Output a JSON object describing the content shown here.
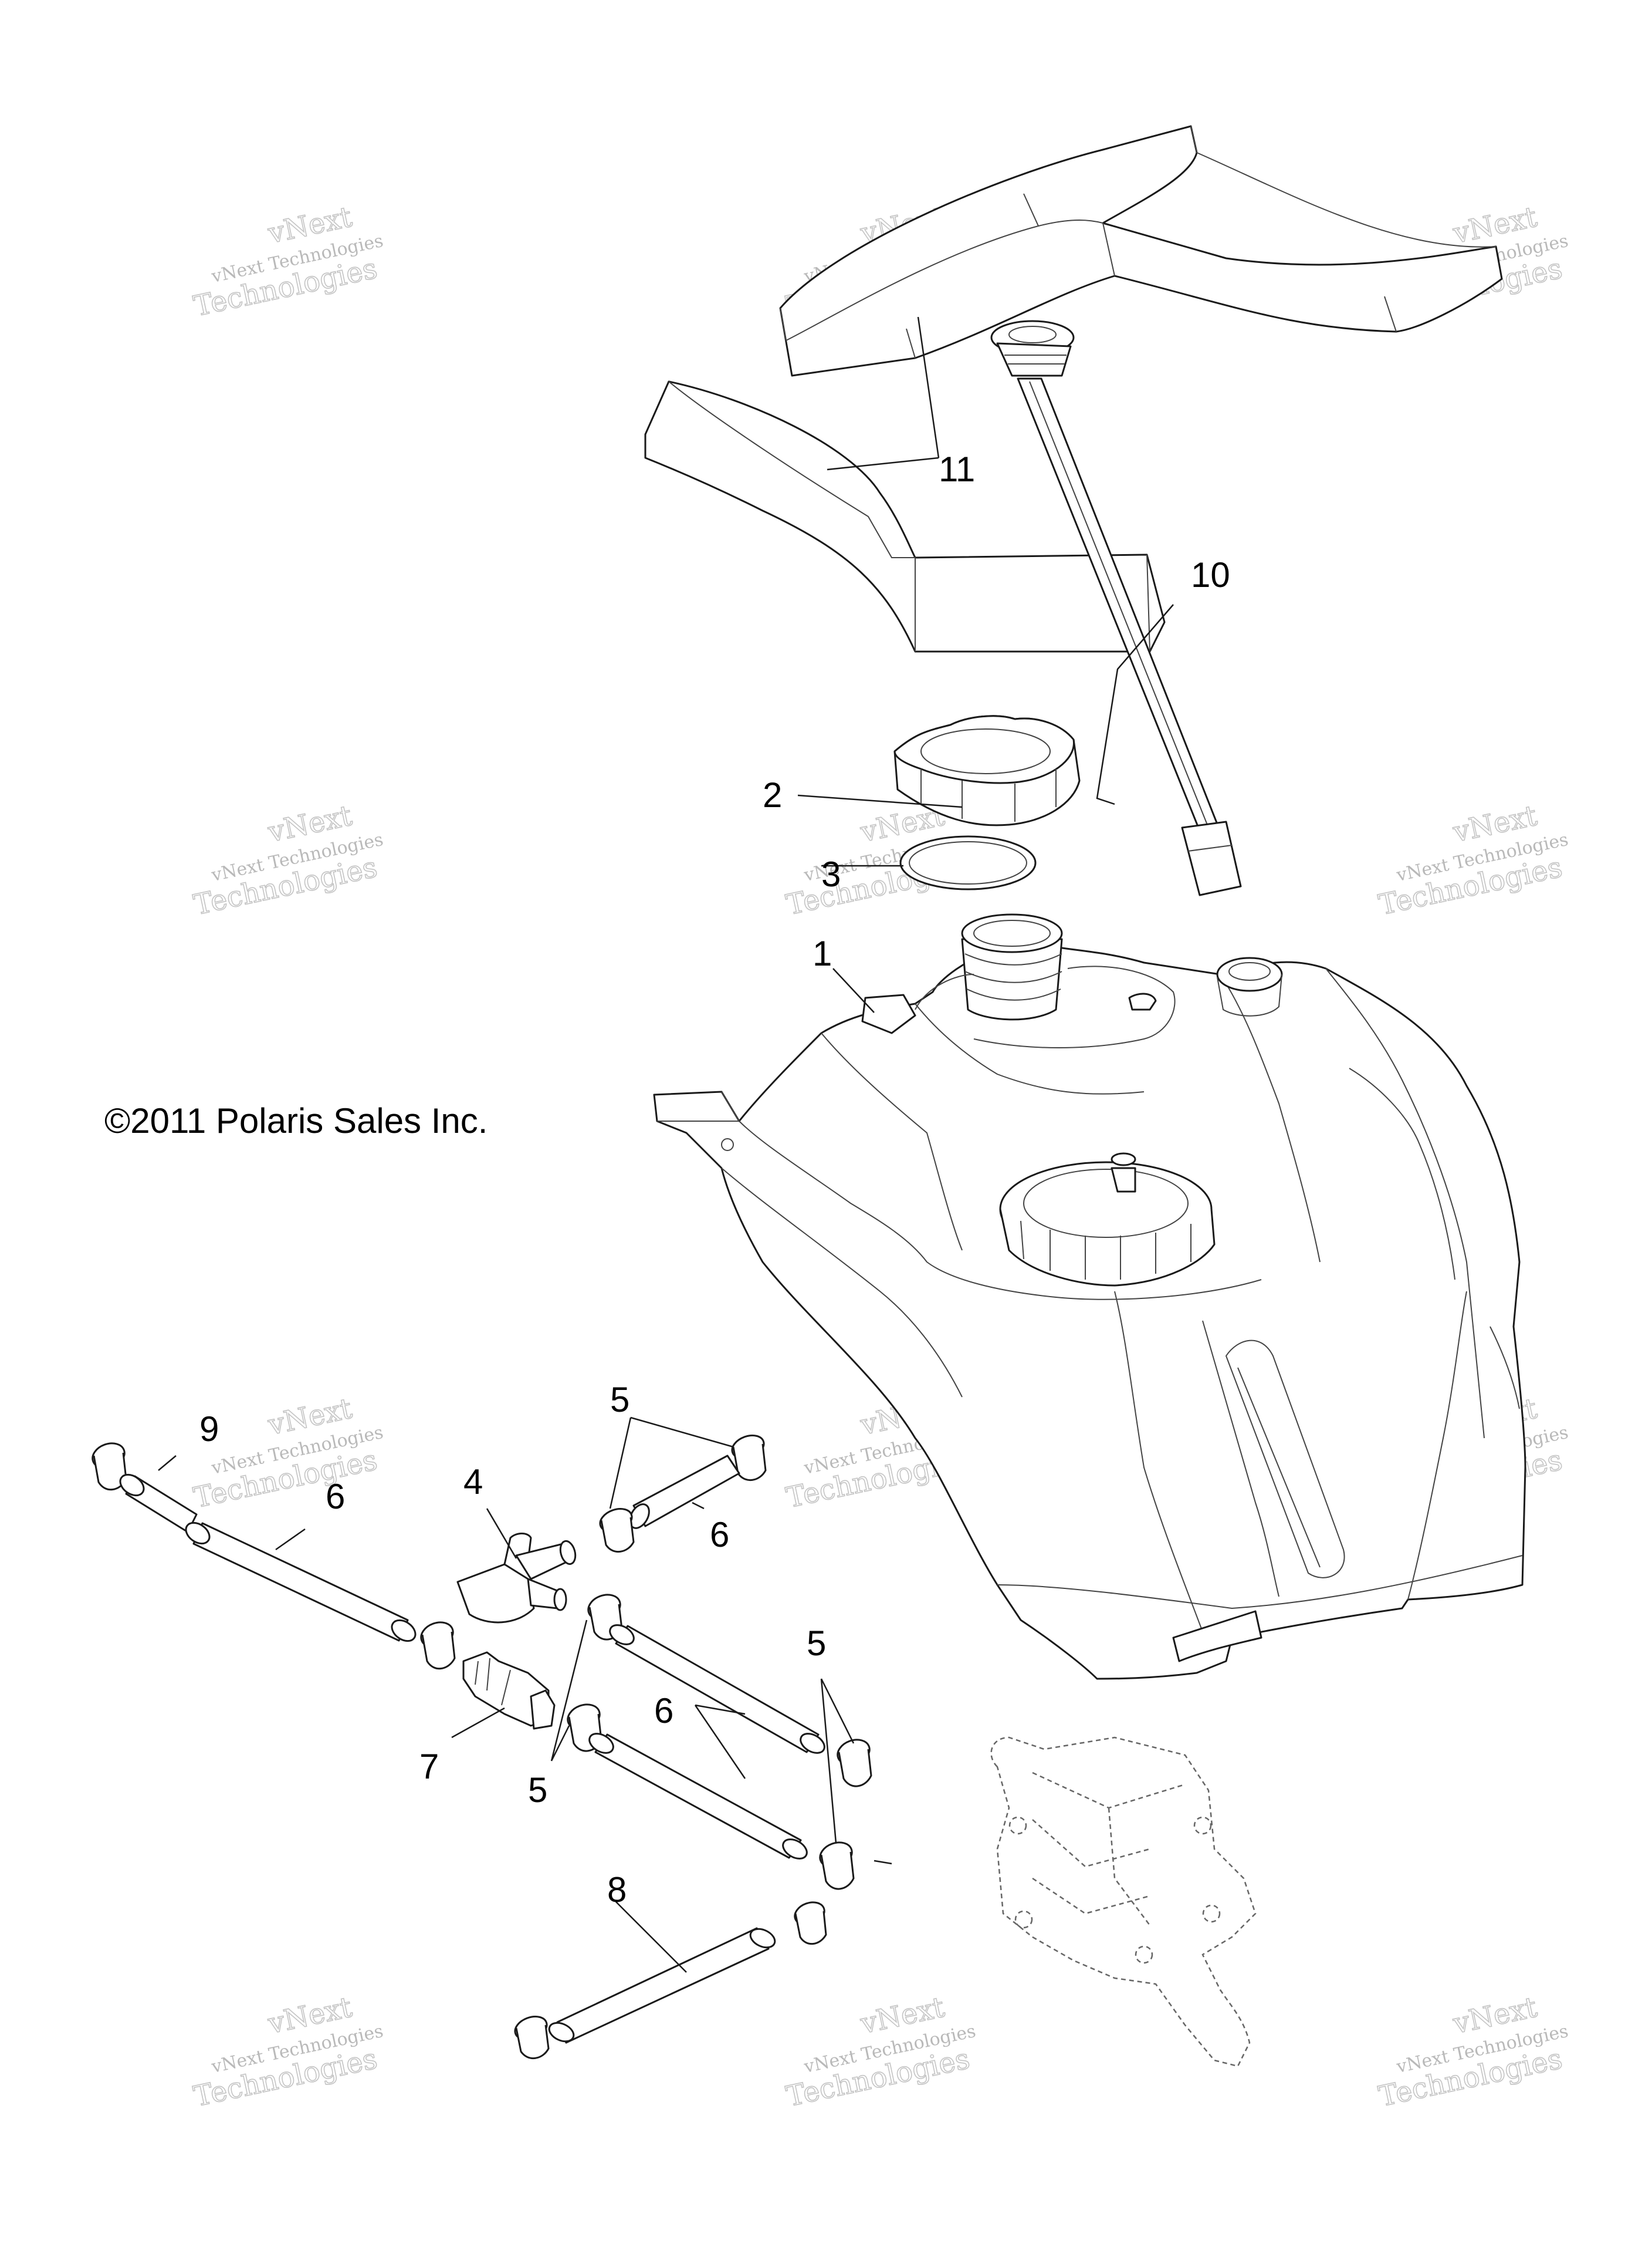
{
  "copyright": "©2011  Polaris Sales Inc.",
  "watermark": {
    "line1": "vNext",
    "line2": "vNext Technologies",
    "line3": "Technologies"
  },
  "callouts": {
    "c1": "1",
    "c2": "2",
    "c3": "3",
    "c4": "4",
    "c5a": "5",
    "c5b": "5",
    "c5c": "5",
    "c6a": "6",
    "c6b": "6",
    "c6c": "6",
    "c7": "7",
    "c8": "8",
    "c9": "9",
    "c10": "10",
    "c11": "11"
  },
  "colors": {
    "line": "#1a1a1a",
    "watermark": "#b9b9b9"
  }
}
